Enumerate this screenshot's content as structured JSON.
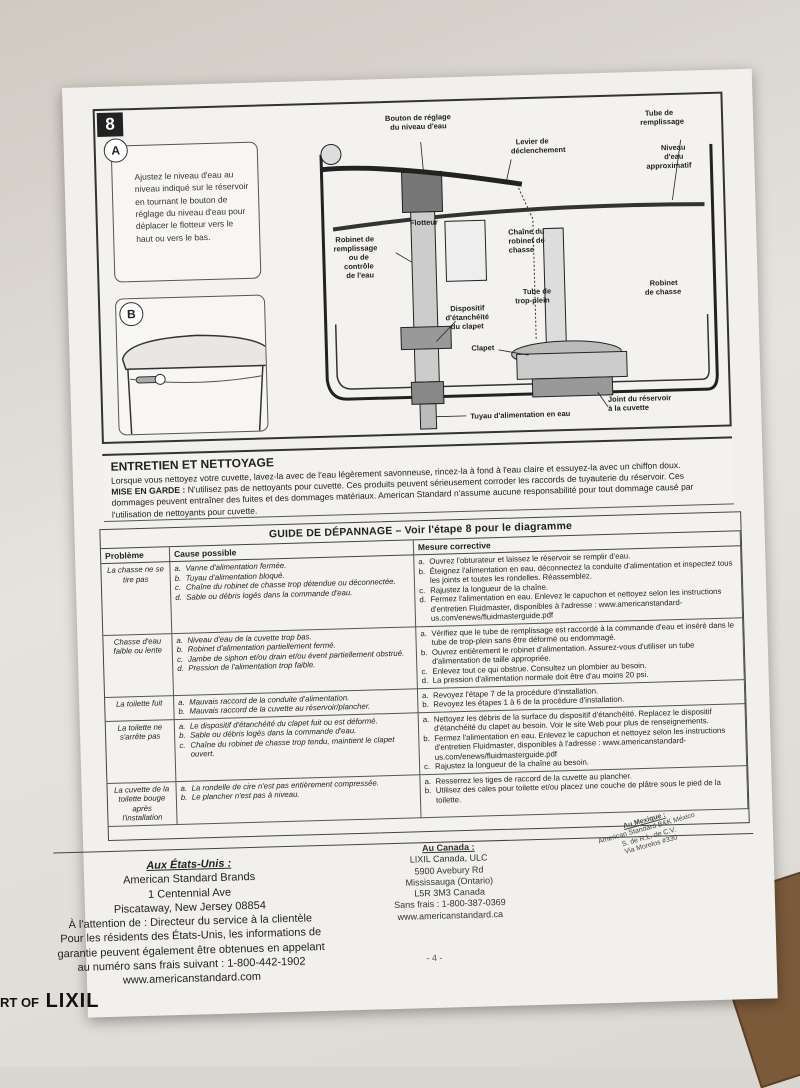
{
  "step": {
    "number": "8"
  },
  "panel_a": {
    "label": "A",
    "text": "Ajustez le niveau d'eau au niveau indiqué sur le réservoir en tournant le bouton de réglage du niveau d'eau pour déplacer le flotteur vers le haut ou vers le bas."
  },
  "panel_b": {
    "label": "B"
  },
  "diagram_labels": {
    "water_level_knob": [
      "Bouton de réglage",
      "du niveau d'eau"
    ],
    "refill_tube": [
      "Tube de",
      "remplissage"
    ],
    "trip_lever": [
      "Levier de",
      "déclenchement"
    ],
    "approx_water_level": [
      "Niveau",
      "d'eau",
      "approximatif"
    ],
    "float": "Flotteur",
    "fill_valve": [
      "Robinet de",
      "remplissage",
      "ou de",
      "contrôle",
      "de l'eau"
    ],
    "flapper_chain": [
      "Chaîne du",
      "robinet de",
      "chasse"
    ],
    "overflow_tube": [
      "Tube de",
      "trop-plein"
    ],
    "flush_valve": [
      "Robinet",
      "de chasse"
    ],
    "flapper_seal": [
      "Dispositif",
      "d'étanchéité",
      "du clapet"
    ],
    "flapper": "Clapet",
    "tank_bowl_gasket": [
      "Joint du réservoir",
      "à la cuvette"
    ],
    "supply_line": "Tuyau d'alimentation en eau"
  },
  "maintenance": {
    "title": "ENTRETIEN ET NETTOYAGE",
    "para1": "Lorsque vous nettoyez votre cuvette, lavez-la avec de l'eau légèrement savonneuse, rincez-la à fond à l'eau claire et essuyez-la avec un chiffon doux.",
    "warning_label": "MISE EN GARDE :",
    "warning_text": "N'utilisez pas de nettoyants pour cuvette. Ces produits peuvent sérieusement corroder les raccords de tuyauterie du réservoir. Ces dommages peuvent entraîner des fuites et des dommages matériaux. American Standard n'assume aucune responsabilité pour tout dommage causé par l'utilisation de nettoyants pour cuvette."
  },
  "troubleshooting": {
    "title": "GUIDE DE DÉPANNAGE – Voir l'étape 8 pour le diagramme",
    "headers": {
      "problem": "Problème",
      "cause": "Cause possible",
      "fix": "Mesure corrective"
    },
    "rows": [
      {
        "problem": "La chasse ne se tire pas",
        "causes": [
          [
            "a.",
            "Vanne d'alimentation fermée."
          ],
          [
            "b.",
            "Tuyau d'alimentation bloqué."
          ],
          [
            "c.",
            "Chaîne du robinet de chasse trop détendue ou déconnectée."
          ],
          [
            "d.",
            "Sable ou débris logés dans la commande d'eau."
          ]
        ],
        "fixes": [
          [
            "a.",
            "Ouvrez l'obturateur et laissez le réservoir se remplir d'eau."
          ],
          [
            "b.",
            "Éteignez l'alimentation en eau, déconnectez la conduite d'alimentation et inspectez tous les joints et toutes les rondelles. Réassemblez."
          ],
          [
            "c.",
            "Rajustez la longueur de la chaîne."
          ],
          [
            "d.",
            "Fermez l'alimentation en eau. Enlevez le capuchon et nettoyez selon les instructions d'entretien Fluidmaster, disponibles à l'adresse : www.americanstandard-us.com/enews/fluidmasterguide.pdf"
          ]
        ]
      },
      {
        "problem": "Chasse d'eau faible ou lente",
        "causes": [
          [
            "a.",
            "Niveau d'eau de la cuvette trop bas."
          ],
          [
            "b.",
            "Robinet d'alimentation partiellement fermé."
          ],
          [
            "c.",
            "Jambe de siphon et/ou drain et/ou évent partiellement obstrué."
          ],
          [
            "d.",
            "Pression de l'alimentation trop faible."
          ]
        ],
        "fixes": [
          [
            "a.",
            "Vérifiez que le tube de remplissage est raccordé à la commande d'eau et inséré dans le tube de trop-plein sans être déformé ou endommagé."
          ],
          [
            "b.",
            "Ouvrez entièrement le robinet d'alimentation. Assurez-vous d'utiliser un tube d'alimentation de taille appropriée."
          ],
          [
            "c.",
            "Enlevez tout ce qui obstrue. Consultez un plombier au besoin."
          ],
          [
            "d.",
            "La pression d'alimentation normale doit être d'au moins 20 psi."
          ]
        ]
      },
      {
        "problem": "La toilette fuit",
        "causes": [
          [
            "a.",
            "Mauvais raccord de la conduite d'alimentation."
          ],
          [
            "b.",
            "Mauvais raccord de la cuvette au réservoir/plancher."
          ]
        ],
        "fixes": [
          [
            "a.",
            "Revoyez l'étape 7 de la procédure d'installation."
          ],
          [
            "b.",
            "Revoyez les étapes 1 à 6 de la procédure d'installation."
          ]
        ]
      },
      {
        "problem": "La toilette ne s'arrête pas",
        "causes": [
          [
            "a.",
            "Le dispositif d'étanchéité du clapet fuit ou est déformé."
          ],
          [
            "b.",
            "Sable ou débris logés dans la commande d'eau."
          ],
          [
            "c.",
            "Chaîne du robinet de chasse trop tendu, maintient le clapet ouvert."
          ]
        ],
        "fixes": [
          [
            "a.",
            "Nettoyez les débris de la surface du dispositif d'étanchéité. Replacez le dispositif d'étanchéité du clapet au besoin. Voir le site Web pour plus de renseignements."
          ],
          [
            "b.",
            "Fermez l'alimentation en eau. Enlevez le capuchon et nettoyez selon les instructions d'entretien Fluidmaster, disponibles à l'adresse : www.americanstandard-us.com/enews/fluidmasterguide.pdf"
          ],
          [
            "c.",
            "Rajustez la longueur de la chaîne au besoin."
          ]
        ]
      },
      {
        "problem": "La cuvette de la toilette bouge après l'installation",
        "causes": [
          [
            "a.",
            "La rondelle de cire n'est pas entièrement compressée."
          ],
          [
            "b.",
            "Le plancher n'est pas à niveau."
          ]
        ],
        "fixes": [
          [
            "a.",
            "Resserrez les tiges de raccord de la cuvette au plancher."
          ],
          [
            "b.",
            "Utilisez des cales pour toilette et/ou placez une couche de plâtre sous le pied de la toilette."
          ]
        ]
      }
    ]
  },
  "contacts": {
    "us": {
      "heading": "Aux États-Unis :",
      "lines": [
        "American Standard Brands",
        "1 Centennial Ave",
        "Piscataway, New Jersey 08854",
        "À l'attention de : Directeur du service à la clientèle",
        "Pour les résidents des États-Unis, les informations de",
        "garantie peuvent également être obtenues en appelant",
        "au numéro sans frais suivant : 1-800-442-1902",
        "www.americanstandard.com"
      ]
    },
    "canada": {
      "heading": "Au Canada :",
      "lines": [
        "LIXIL Canada, ULC",
        "5900 Avebury Rd",
        "Mississauga (Ontario)",
        "L5R 3M3 Canada",
        "Sans frais : 1-800-387-0369",
        "www.americanstandard.ca"
      ]
    },
    "mexico": {
      "heading": "Au Mexique :",
      "lines": [
        "American Standard B&K México",
        "S. de R.L. de C.V.",
        "Via Morelos #330"
      ]
    }
  },
  "page_number": "- 4 -",
  "brand": {
    "prefix": "RT OF",
    "name": "LIXIL"
  }
}
